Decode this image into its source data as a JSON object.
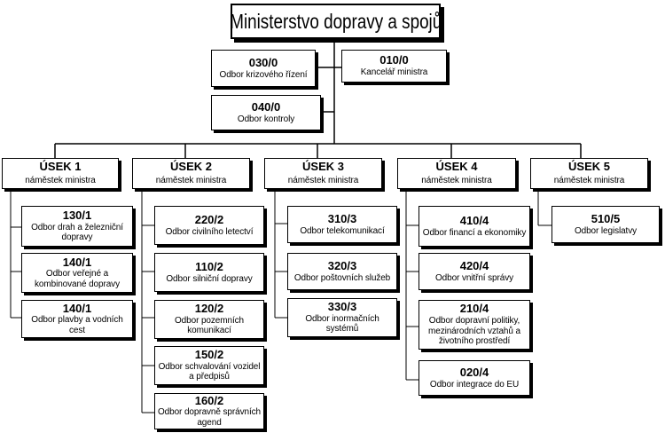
{
  "title": "Ministerstvo dopravy a spojů",
  "top_units": [
    {
      "code": "030/0",
      "name": "Odbor krizového řízení"
    },
    {
      "code": "010/0",
      "name": "Kancelář ministra"
    },
    {
      "code": "040/0",
      "name": "Odbor kontroly"
    }
  ],
  "sections": [
    {
      "label": "ÚSEK 1",
      "sub": "náměstek ministra",
      "units": [
        {
          "code": "130/1",
          "name": "Odbor drah a železniční dopravy"
        },
        {
          "code": "140/1",
          "name": "Odbor veřejné a kombinované dopravy"
        },
        {
          "code": "140/1",
          "name": "Odbor plavby a vodních cest"
        }
      ]
    },
    {
      "label": "ÚSEK 2",
      "sub": "náměstek ministra",
      "units": [
        {
          "code": "220/2",
          "name": "Odbor civilního letectví"
        },
        {
          "code": "110/2",
          "name": "Odbor silniční dopravy"
        },
        {
          "code": "120/2",
          "name": "Odbor pozemních komunikací"
        },
        {
          "code": "150/2",
          "name": "Odbor schvalování vozidel a předpisů"
        },
        {
          "code": "160/2",
          "name": "Odbor dopravně správních agend"
        }
      ]
    },
    {
      "label": "ÚSEK 3",
      "sub": "náměstek ministra",
      "units": [
        {
          "code": "310/3",
          "name": "Odbor telekomunikací"
        },
        {
          "code": "320/3",
          "name": "Odbor poštovních služeb"
        },
        {
          "code": "330/3",
          "name": "Odbor inormačních systémů"
        }
      ]
    },
    {
      "label": "ÚSEK 4",
      "sub": "náměstek ministra",
      "units": [
        {
          "code": "410/4",
          "name": "Odbor financí a ekonomiky"
        },
        {
          "code": "420/4",
          "name": "Odbor vnitřní správy"
        },
        {
          "code": "210/4",
          "name": "Odbor dopravní politiky, mezinárodních vztahů a životního prostředí"
        },
        {
          "code": "020/4",
          "name": "Odbor integrace do EU"
        }
      ]
    },
    {
      "label": "ÚSEK 5",
      "sub": "náměstek ministra",
      "units": [
        {
          "code": "510/5",
          "name": "Odbor legislatvy"
        }
      ]
    }
  ]
}
